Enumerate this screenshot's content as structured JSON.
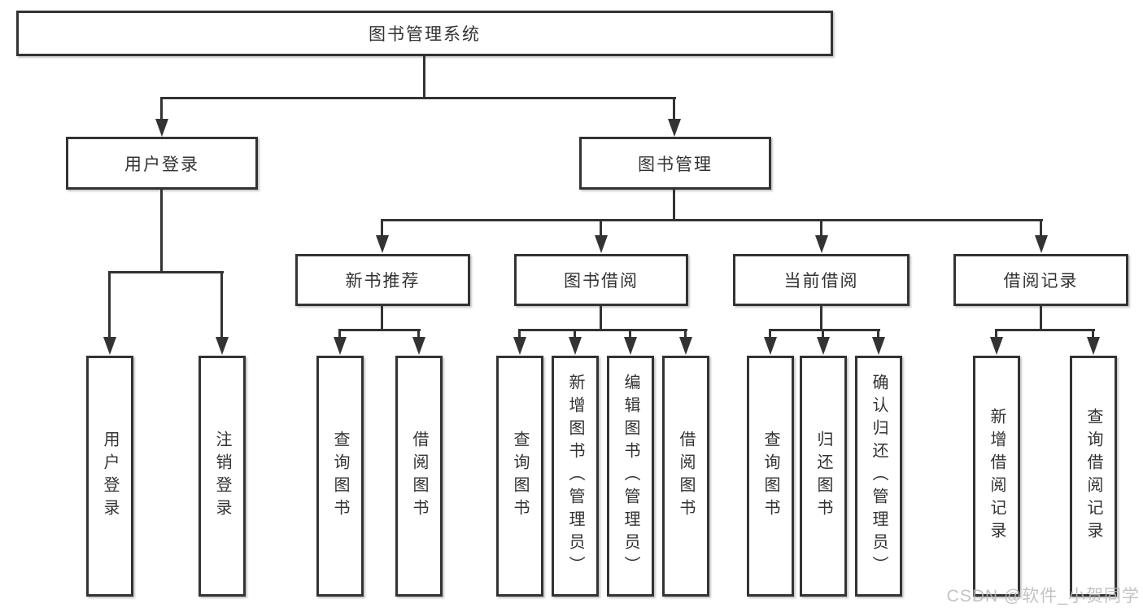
{
  "tree": {
    "root": {
      "label": "图书管理系统"
    },
    "branches": [
      {
        "label": "用户登录",
        "children": [
          {
            "label": "用户登录"
          },
          {
            "label": "注销登录"
          }
        ]
      },
      {
        "label": "图书管理",
        "children": [
          {
            "label": "新书推荐",
            "children": [
              {
                "label": "查询图书"
              },
              {
                "label": "借阅图书"
              }
            ]
          },
          {
            "label": "图书借阅",
            "children": [
              {
                "label": "查询图书"
              },
              {
                "label": "新增图书（管理员）"
              },
              {
                "label": "编辑图书（管理员）"
              },
              {
                "label": "借阅图书"
              }
            ]
          },
          {
            "label": "当前借阅",
            "children": [
              {
                "label": "查询图书"
              },
              {
                "label": "归还图书"
              },
              {
                "label": "确认归还（管理员）"
              }
            ]
          },
          {
            "label": "借阅记录",
            "children": [
              {
                "label": "新增借阅记录"
              },
              {
                "label": "查询借阅记录"
              }
            ]
          }
        ]
      }
    ]
  },
  "watermark": {
    "text": "CSDN @软件_小贺同学"
  },
  "colors": {
    "line": "#333333",
    "text": "#333333",
    "background": "#ffffff",
    "watermark": "#b9b9b9"
  }
}
